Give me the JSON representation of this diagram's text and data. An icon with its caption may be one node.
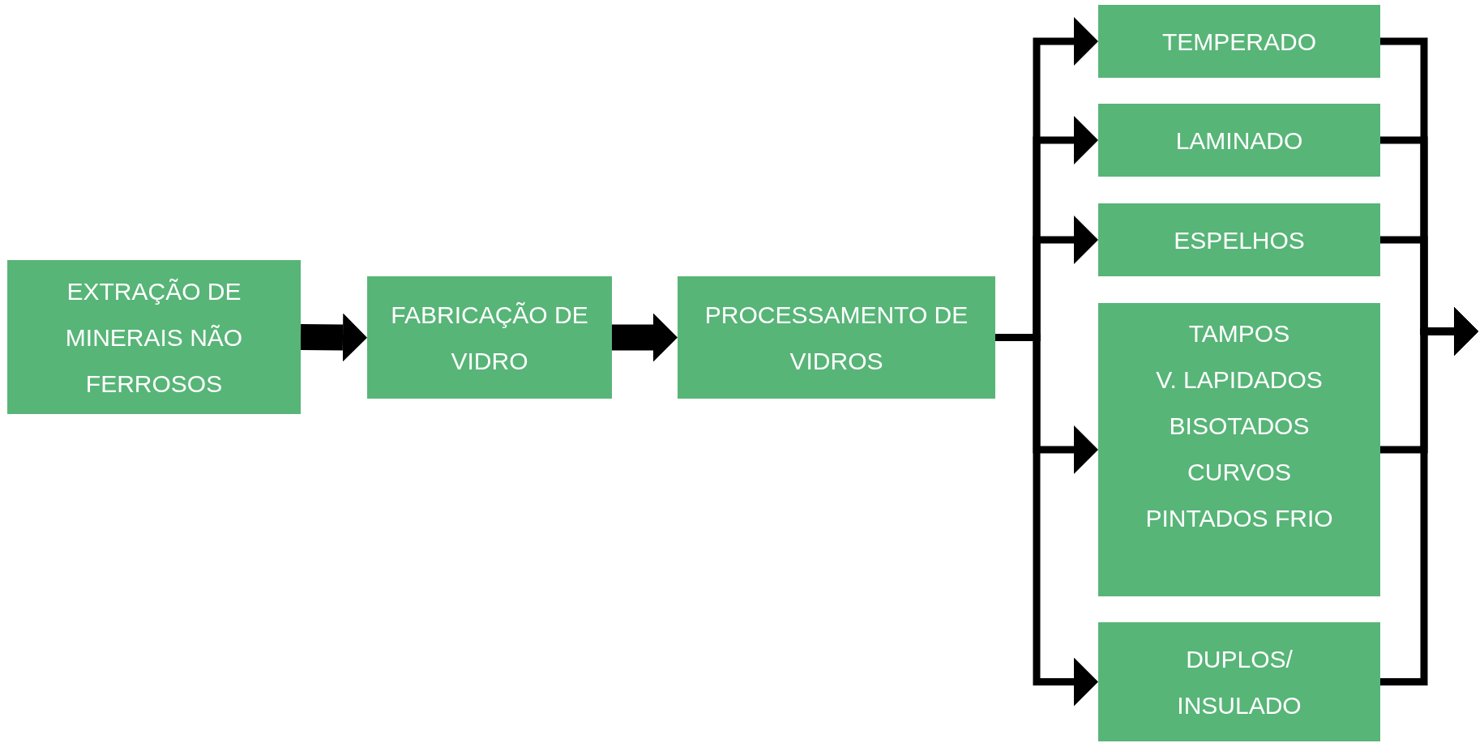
{
  "diagram": {
    "nodes": [
      {
        "text": [
          "EXTRAÇÃO DE MINERAIS NÃO FERROSOS"
        ]
      },
      {
        "text": [
          "FABRICAÇÃO DE VIDRO"
        ]
      },
      {
        "text": [
          "PROCESSAMENTO DE VIDROS"
        ]
      },
      {
        "text": [
          "TEMPERADO"
        ]
      },
      {
        "text": [
          "LAMINADO"
        ]
      },
      {
        "text": [
          "ESPELHOS"
        ]
      },
      {
        "text": [
          "TAMPOS",
          "V. LAPIDADOS",
          "BISOTADOS",
          "CURVOS",
          "PINTADOS FRIO"
        ]
      },
      {
        "text": [
          "DUPLOS/ INSULADO"
        ]
      }
    ],
    "edges": [
      {
        "from": 0,
        "to": 1,
        "arrow": "to",
        "style": "thick"
      },
      {
        "from": 1,
        "to": 2,
        "arrow": "to",
        "style": "thick"
      },
      {
        "from": 2,
        "to": 3,
        "arrow": "to"
      },
      {
        "from": 2,
        "to": 4,
        "arrow": "to"
      },
      {
        "from": 2,
        "to": 5,
        "arrow": "to"
      },
      {
        "from": 2,
        "to": 6,
        "arrow": "to"
      },
      {
        "from": 2,
        "to": 7,
        "arrow": "to"
      },
      {
        "from": 3,
        "to": null,
        "arrow": "to"
      },
      {
        "from": 4,
        "to": null,
        "arrow": "to"
      },
      {
        "from": 5,
        "to": null,
        "arrow": "to"
      },
      {
        "from": 6,
        "to": null,
        "arrow": "to"
      },
      {
        "from": 7,
        "to": null,
        "arrow": "to"
      }
    ]
  }
}
